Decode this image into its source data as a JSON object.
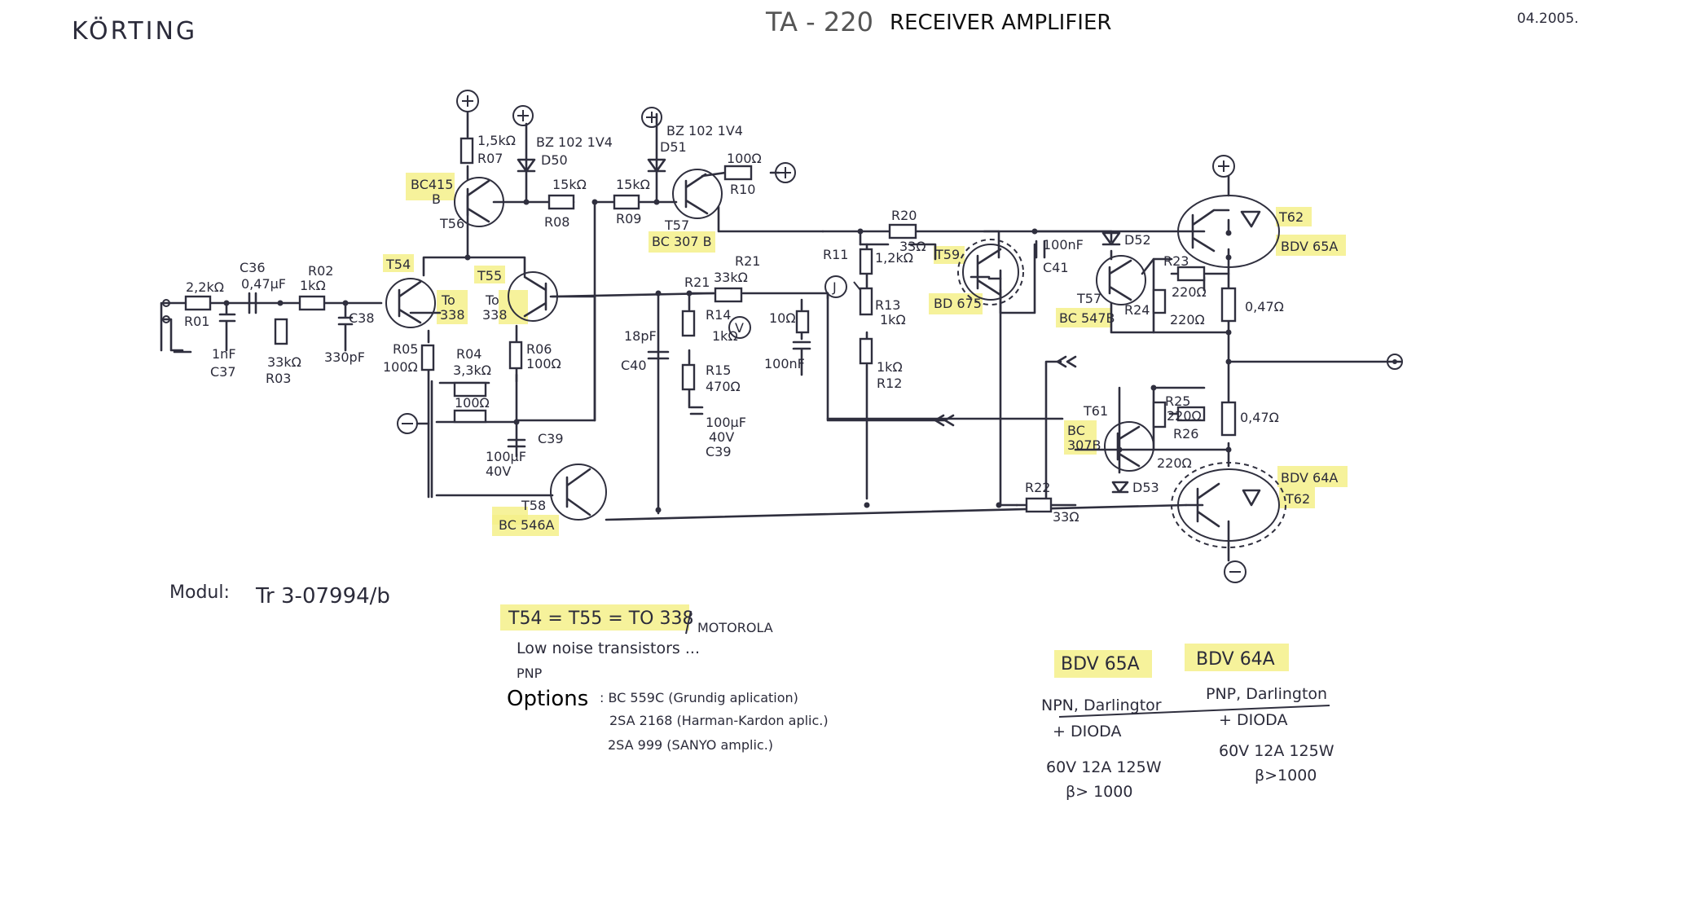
{
  "header": {
    "brand": "KÖRTING",
    "model": "TA - 220",
    "title": "RECEIVER AMPLIFIER",
    "date": "04.2005."
  },
  "module": {
    "label": "Modul:",
    "code": "Tr 3-07994/b"
  },
  "notes": {
    "equiv": "T54 = T55 = TO 338",
    "maker": "MOTOROLA",
    "line1": "Low noise transistors ...",
    "line2": "PNP",
    "options_label": "Options",
    "options": [
      ": BC 559C (Grundig aplication)",
      "2SA 2168 (Harman-Kardon aplic.)",
      "2SA 999 (SANYO amplic.)"
    ]
  },
  "spec_table": {
    "col1_head": "BDV 65A",
    "col2_head": "BDV 64A",
    "col1": [
      "NPN, Darlingtor",
      "+ DIODA",
      "60V  12A  125W",
      "β> 1000"
    ],
    "col2": [
      "PNP, Darlington",
      "+ DIODA",
      "60V  12A  125W",
      "β>1000"
    ]
  },
  "components": {
    "R01": [
      "2,2kΩ",
      "R01"
    ],
    "C36": [
      "C36",
      "0,47μF"
    ],
    "R02": [
      "R02",
      "1kΩ"
    ],
    "C37": [
      "1nF",
      "C37"
    ],
    "R03": [
      "33kΩ",
      "R03"
    ],
    "C38": [
      "C38",
      "330pF"
    ],
    "T54": [
      "T54",
      "To",
      "338"
    ],
    "T55": [
      "T55",
      "To",
      "338"
    ],
    "T56": [
      "BC415",
      "B",
      "T56"
    ],
    "R07": [
      "1,5kΩ",
      "R07"
    ],
    "D50": [
      "BZ 102 1V4",
      "D50"
    ],
    "R08": [
      "15kΩ",
      "R08"
    ],
    "R09": [
      "15kΩ",
      "R09"
    ],
    "D51": [
      "BZ 102 1V4",
      "D51"
    ],
    "T57a": [
      "T57",
      "BC 307 B"
    ],
    "R10": [
      "100Ω",
      "R10"
    ],
    "R05": [
      "R05",
      "100Ω"
    ],
    "R04": [
      "R04",
      "3,3kΩ"
    ],
    "R06": [
      "R06",
      "100Ω"
    ],
    "R100": [
      "100Ω"
    ],
    "C39a": [
      "C39",
      "100μF",
      "40V"
    ],
    "T58": [
      "T58",
      "BC 546A"
    ],
    "C40": [
      "18pF",
      "C40"
    ],
    "R21": [
      "R21",
      "33kΩ",
      "R21"
    ],
    "R14": [
      "R14",
      "1kΩ"
    ],
    "R15": [
      "R15",
      "470Ω"
    ],
    "C39b": [
      "100μF",
      "40V",
      "C39"
    ],
    "R10b": [
      "10Ω",
      "100nF"
    ],
    "R11": [
      "R11",
      "1,2kΩ"
    ],
    "R13": [
      "R13",
      "1kΩ"
    ],
    "R12": [
      "1kΩ",
      "R12"
    ],
    "R20": [
      "R20",
      "33Ω"
    ],
    "T59": [
      "T59",
      "BD 675"
    ],
    "C41": [
      "100nF",
      "C41"
    ],
    "D52": [
      "D52"
    ],
    "T57b": [
      "T57",
      "BC 547B"
    ],
    "R23": [
      "R23",
      "220Ω"
    ],
    "R24": [
      "R24",
      "220Ω"
    ],
    "T62a": [
      "T62",
      "BDV 65A"
    ],
    "RE1": [
      "0,47Ω"
    ],
    "T61": [
      "T61",
      "BC",
      "307B"
    ],
    "R25": [
      "R25",
      "220Ω"
    ],
    "R26": [
      "R26",
      "220Ω"
    ],
    "D53": [
      "D53"
    ],
    "RE2": [
      "0,47Ω"
    ],
    "T62b": [
      "BDV 64A",
      "T62"
    ],
    "R22": [
      "R22",
      "33Ω"
    ],
    "probes": [
      "V",
      "J"
    ]
  },
  "colors": {
    "highlight": "#f4f08a",
    "ink": "#2f2f3e"
  }
}
